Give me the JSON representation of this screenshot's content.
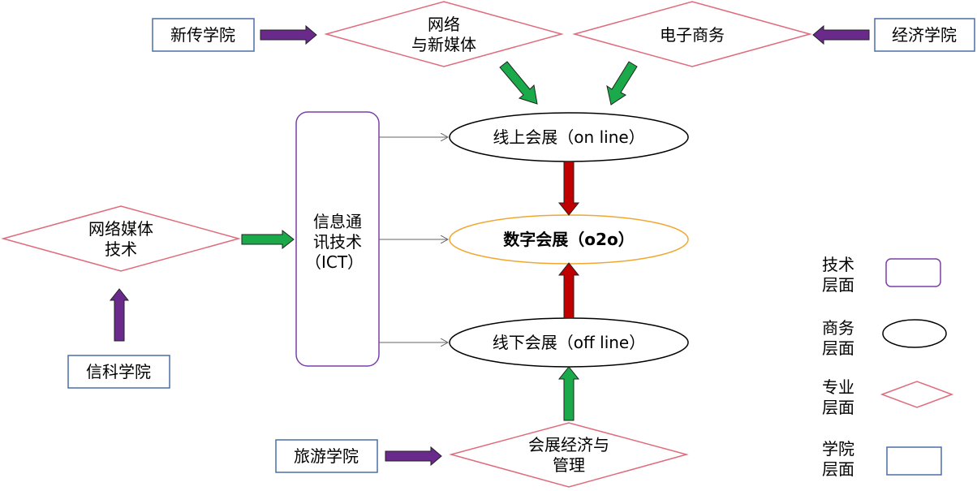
{
  "colleges": {
    "xinchuan": "新传学院",
    "jingji": "经济学院",
    "xinke": "信科学院",
    "lvyou": "旅游学院"
  },
  "majors": {
    "network_new_media": [
      "网络",
      "与新媒体"
    ],
    "ecommerce": "电子商务",
    "network_media_tech": [
      "网络媒体",
      "技术"
    ],
    "exhibition_econ": [
      "会展经济与",
      "管理"
    ]
  },
  "tech": {
    "ict": [
      "信息通",
      "讯技术",
      "（ICT）"
    ]
  },
  "business": {
    "online": "线上会展（on line）",
    "digital": "数字会展（o2o）",
    "offline": "线下会展（off line）"
  },
  "legend": {
    "tech_level": [
      "技术",
      "层面"
    ],
    "business_level": [
      "商务",
      "层面"
    ],
    "major_level": [
      "专业",
      "层面"
    ],
    "college_level": [
      "学院",
      "层面"
    ]
  },
  "colors": {
    "college_border": "#4a6fa5",
    "major_border": "#e06b7d",
    "tech_border": "#7b3fa8",
    "digital_border": "#f0a830",
    "purple_arrow": "#6a2a8c",
    "green_arrow": "#1aaa4a",
    "red_arrow": "#c00000"
  }
}
